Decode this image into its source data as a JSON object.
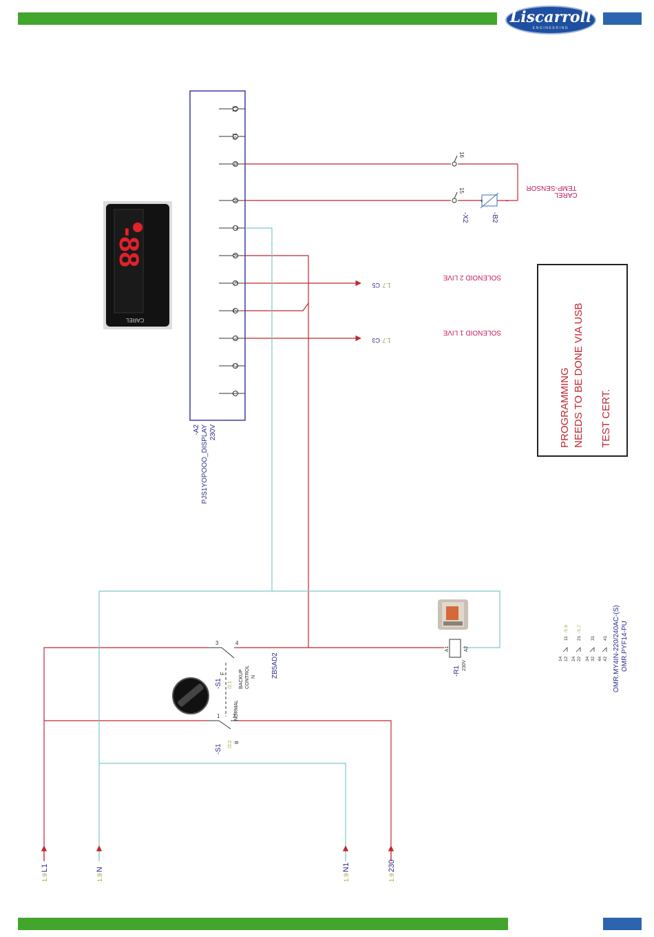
{
  "logo": {
    "brand": "Liscarroll",
    "sub": "ENGINEERING"
  },
  "colors": {
    "green_bar": "#43a62c",
    "blue_bar": "#2d64b0",
    "wire_live": "#c0272d",
    "wire_neutral": "#7fc6c9",
    "labels_blue": "#2a2a8a",
    "labels_magenta": "#c2185b",
    "ref_olive": "#a0a040"
  },
  "controller": {
    "tag": "-A2",
    "model": "PJS1YOPOOO_DISPLAY",
    "voltage": "230V",
    "terminals": [
      "11",
      "10",
      "9",
      "8",
      "7",
      "6",
      "5",
      "4",
      "3",
      "2",
      "1"
    ]
  },
  "terminal_strip": {
    "tag": "-X2",
    "pins": [
      "16",
      "15"
    ]
  },
  "sensor": {
    "tag": "-B2",
    "name_line1": "CAREL",
    "name_line2": "TEMP-SENSOR",
    "plus": "+",
    "minus": "-"
  },
  "outputs": [
    {
      "ref": "1.7",
      "dest": "C5",
      "label": "SOLENOID 2 LIVE"
    },
    {
      "ref": "1.7",
      "dest": "C3",
      "label": "SOLENOID 1 LIVE"
    }
  ],
  "note": {
    "line1": "PROGRAMMING",
    "line2": "NEEDS TO BE DONE VIA USB",
    "line3": "TEST CERT."
  },
  "switch": {
    "tag": "-S1",
    "model": "ZB5AD2",
    "ref_a": "/2.1",
    "ref_b": "/2.2",
    "pos_normal": "NORMAL",
    "pos_backup": "BACKUP",
    "pos_control": "CONTROL",
    "letter_n": "N",
    "letter_b": "B",
    "pin1": "1",
    "pin2": "2",
    "pin3": "3",
    "pin4": "4",
    "symbol_f": "F"
  },
  "relay": {
    "tag": "-R1",
    "voltage": "230V",
    "a1": "A1",
    "a2": "A2",
    "model": "OMR.MY4IN-220/240AC-(S)",
    "base": "OMR.PYF14-PU",
    "contacts": [
      {
        "a": "14",
        "b": "12",
        "c": "11",
        "ref": "/1.6"
      },
      {
        "a": "24",
        "b": "22",
        "c": "21",
        "ref": "/1.7"
      },
      {
        "a": "34",
        "b": "32",
        "c": "31",
        "ref": ""
      },
      {
        "a": "44",
        "b": "42",
        "c": "41",
        "ref": ""
      }
    ]
  },
  "supply": [
    {
      "ref": "1.9",
      "name": "L1"
    },
    {
      "ref": "1.9",
      "name": "N"
    },
    {
      "ref": "1.9",
      "name": "N1"
    },
    {
      "ref": "1.9",
      "name": "230"
    }
  ],
  "display": {
    "readout": "-88",
    "brand": "CAREL"
  }
}
